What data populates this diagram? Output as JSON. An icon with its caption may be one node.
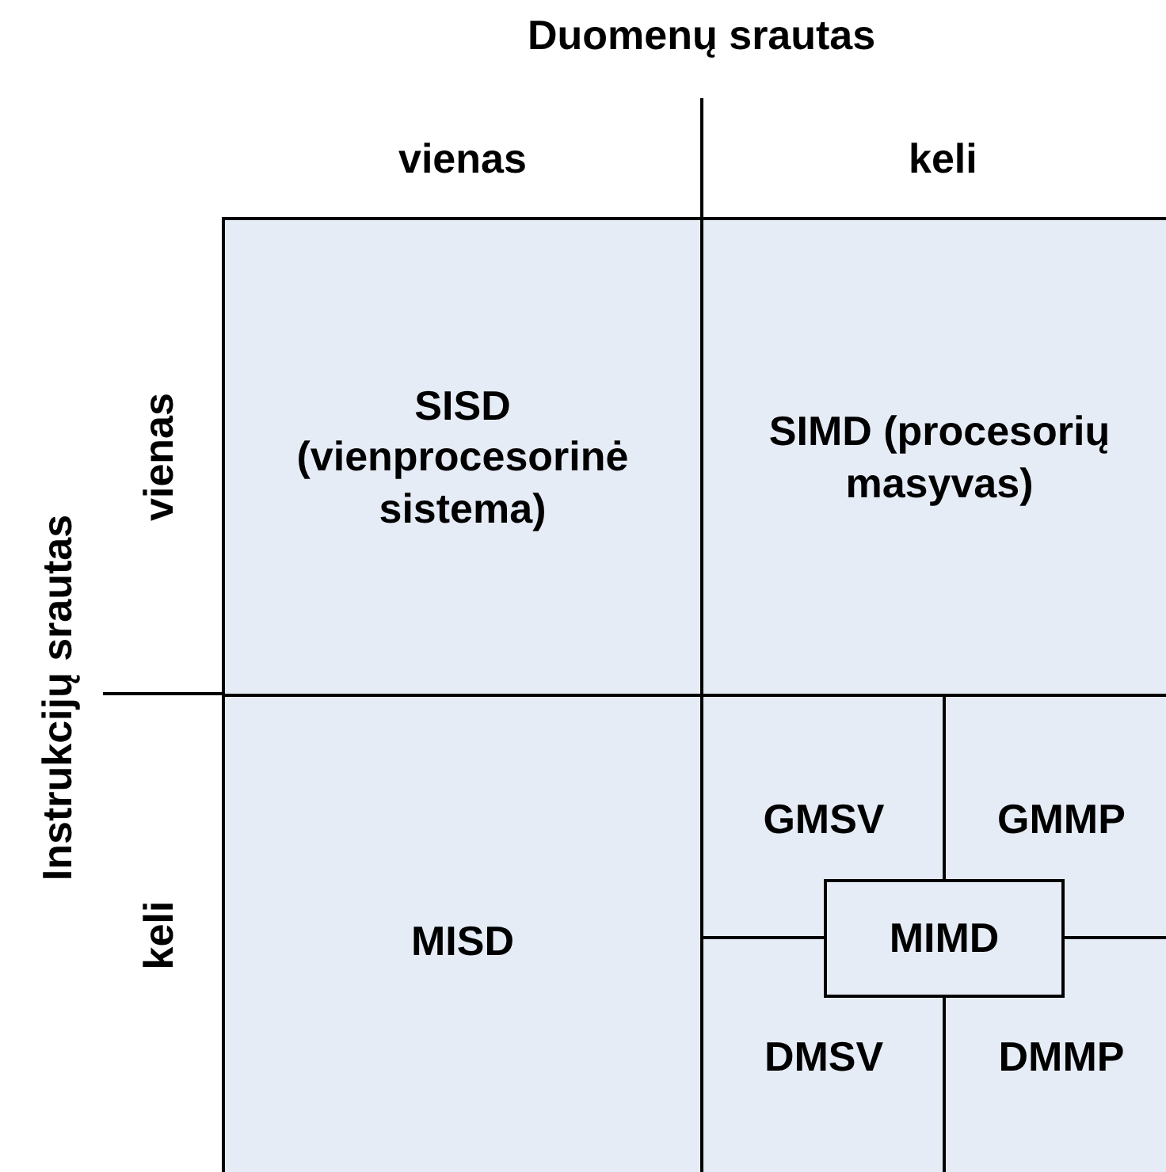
{
  "diagram": {
    "nodes": [
      {
        "text": [
          "SISD (vienprocesorinė sistema)"
        ]
      },
      {
        "text": [
          "SIMD (procesorių masyvas)"
        ]
      },
      {
        "text": [
          "MISD"
        ]
      },
      {
        "text": [],
        "shape": "box"
      },
      {
        "text": [
          "GMSV"
        ],
        "in": 3
      },
      {
        "text": [
          "GMMP"
        ],
        "in": 3
      },
      {
        "text": [
          "MIMD"
        ],
        "in": 3
      },
      {
        "text": [
          "DMSV"
        ],
        "in": 3
      },
      {
        "text": [
          "DMMP"
        ],
        "in": 3
      }
    ],
    "edges": [],
    "labels": [
      "Duomenų srautas",
      "vienas",
      "keli",
      "Instrukcijų srautas",
      "vienas",
      "keli"
    ]
  }
}
